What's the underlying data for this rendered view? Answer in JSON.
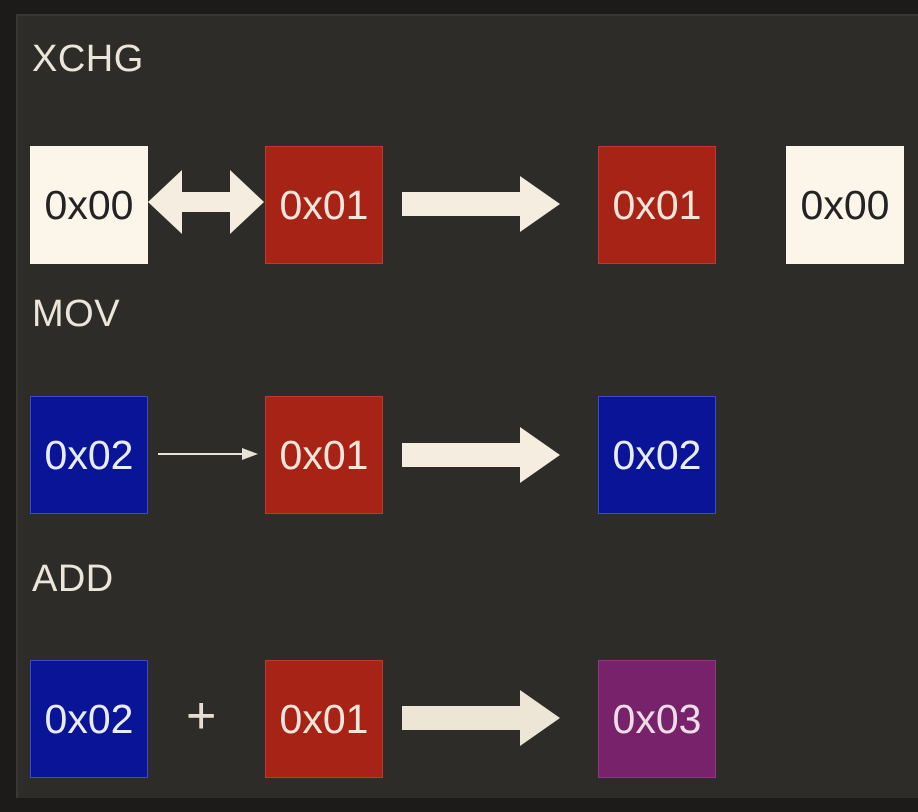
{
  "sections": [
    {
      "label": "XCHG",
      "operand_a": "0x00",
      "operand_b": "0x01",
      "result_1": "0x01",
      "result_2": "0x00"
    },
    {
      "label": "MOV",
      "operand_a": "0x02",
      "operand_b": "0x01",
      "result_1": "0x02"
    },
    {
      "label": "ADD",
      "operand_a": "0x02",
      "operator": "+",
      "operand_b": "0x01",
      "result_1": "0x03"
    }
  ],
  "colors": {
    "white_register": "#fbf5ea",
    "red_register": "#a62316",
    "blue_register": "#0a1497",
    "purple_register": "#77226a",
    "arrow": "#f5eee0",
    "background": "#2e2c29"
  }
}
